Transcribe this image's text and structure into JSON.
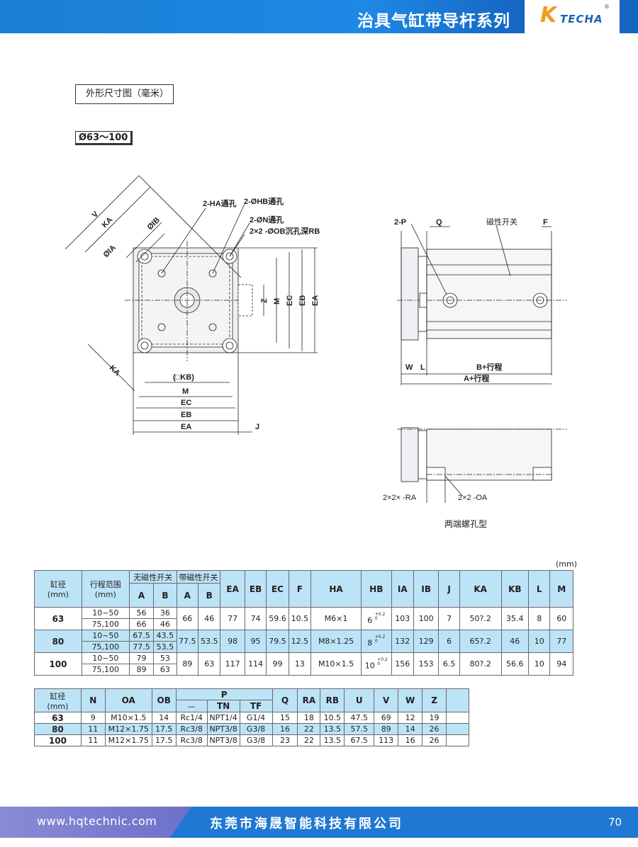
{
  "header": {
    "title": "治具气缸带导杆系列",
    "logo_k": "K",
    "logo_text": "TECHA",
    "logo_reg": "®"
  },
  "labels": {
    "outline": "外形尺寸图（毫米）",
    "bore": "Ø63～100"
  },
  "drawing_labels": {
    "ha": "2-HA通孔",
    "hb": "2-ØHB通孔",
    "n": "2-ØN通孔",
    "ob": "2×2 -ØOB沉孔深RB",
    "v": "V",
    "ka": "KA",
    "ib": "ØIB",
    "ia": "ØIA",
    "ka2": "KA",
    "z": "Z",
    "m_v": "M",
    "ec_v": "EC",
    "eb_v": "EB",
    "ea_v": "EA",
    "kb": "(□KB)",
    "m_h": "M",
    "ec_h": "EC",
    "eb_h": "EB",
    "ea_h": "EA",
    "j": "J",
    "p": "2-P",
    "q": "Q",
    "mag": "磁性开关",
    "f": "F",
    "w": "W",
    "l": "L",
    "b_stroke": "B+行程",
    "a_stroke": "A+行程",
    "ra": "2×2×  -RA",
    "oa": "2×2 -OA"
  },
  "caption": "两端螺孔型",
  "unit": "(mm)",
  "table1": {
    "headers": {
      "bore": "缸径",
      "bore_unit": "(mm)",
      "stroke": "行程范围",
      "stroke_unit": "(mm)",
      "no_mag": "无磁性开关",
      "with_mag": "带磁性开关",
      "a": "A",
      "b": "B",
      "a2": "A",
      "b2": "B",
      "cols": [
        "EA",
        "EB",
        "EC",
        "F",
        "HA",
        "HB",
        "IA",
        "IB",
        "J",
        "KA",
        "KB",
        "L",
        "M"
      ]
    },
    "rows": [
      {
        "bore": "63",
        "strokes": [
          "10~50",
          "75,100"
        ],
        "a": [
          "56",
          "66"
        ],
        "b": [
          "36",
          "46"
        ],
        "a2": "66",
        "b2": "46",
        "vals": [
          "77",
          "74",
          "59.6",
          "10.5",
          "M6×1",
          "6",
          "103",
          "100",
          "7",
          "50?.2",
          "35.4",
          "8",
          "60"
        ]
      },
      {
        "bore": "80",
        "strokes": [
          "10~50",
          "75,100"
        ],
        "a": [
          "67.5",
          "77.5"
        ],
        "b": [
          "43.5",
          "53.5"
        ],
        "a2": "77.5",
        "b2": "53.5",
        "vals": [
          "98",
          "95",
          "79.5",
          "12.5",
          "M8×1.25",
          "8",
          "132",
          "129",
          "6",
          "65?.2",
          "46",
          "10",
          "77"
        ]
      },
      {
        "bore": "100",
        "strokes": [
          "10~50",
          "75,100"
        ],
        "a": [
          "79",
          "89"
        ],
        "b": [
          "53",
          "63"
        ],
        "a2": "89",
        "b2": "63",
        "vals": [
          "117",
          "114",
          "99",
          "13",
          "M10×1.5",
          "10",
          "156",
          "153",
          "6.5",
          "80?.2",
          "56.6",
          "10",
          "94"
        ]
      }
    ],
    "tol_top": "+0.2",
    "tol_bot": "0"
  },
  "table2": {
    "headers": {
      "bore": "缸径",
      "bore_unit": "(mm)",
      "n": "N",
      "oa": "OA",
      "ob": "OB",
      "p": "P",
      "p_dash": "—",
      "tn": "TN",
      "tf": "TF",
      "cols": [
        "Q",
        "RA",
        "RB",
        "U",
        "V",
        "W",
        "Z"
      ]
    },
    "rows": [
      {
        "bore": "63",
        "n": "9",
        "oa": "M10×1.5",
        "ob": "14",
        "p": "Rc1/4",
        "tn": "NPT1/4",
        "tf": "G1/4",
        "vals": [
          "15",
          "18",
          "10.5",
          "47.5",
          "69",
          "12",
          "19"
        ]
      },
      {
        "bore": "80",
        "n": "11",
        "oa": "M12×1.75",
        "ob": "17.5",
        "p": "Rc3/8",
        "tn": "NPT3/8",
        "tf": "G3/8",
        "vals": [
          "16",
          "22",
          "13.5",
          "57.5",
          "89",
          "14",
          "26"
        ]
      },
      {
        "bore": "100",
        "n": "11",
        "oa": "M12×1.75",
        "ob": "17.5",
        "p": "Rc3/8",
        "tn": "NPT3/8",
        "tf": "G3/8",
        "vals": [
          "23",
          "22",
          "13.5",
          "67.5",
          "113",
          "16",
          "26"
        ]
      }
    ]
  },
  "footer": {
    "url": "www.hqtechnic.com",
    "company": "东莞市海晟智能科技有限公司",
    "page": "70"
  }
}
